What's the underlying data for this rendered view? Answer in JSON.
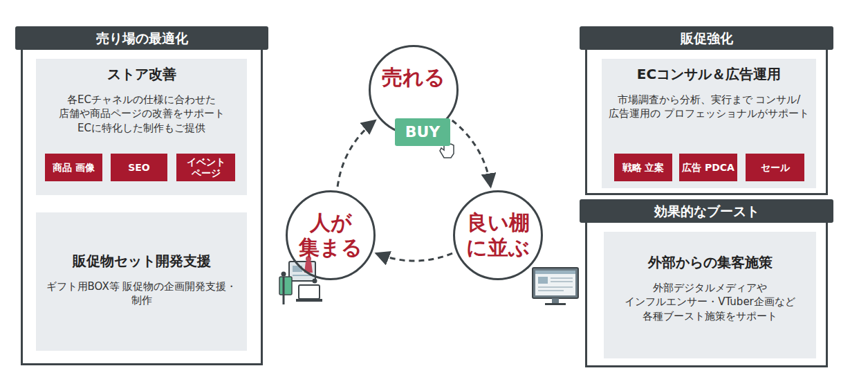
{
  "diagram": {
    "nodes": [
      {
        "text": [
          "売り場の最適化"
        ]
      },
      {
        "text": [
          "ストア改善",
          "各ECチャネルの仕様に合わせた 店舗や商品ページの改善をサポート ECに特化した制作もご提供"
        ],
        "in": 0
      },
      {
        "text": [
          "商品 画像"
        ],
        "in": 1
      },
      {
        "text": [
          "SEO"
        ],
        "in": 1
      },
      {
        "text": [
          "イベント ページ"
        ],
        "in": 1
      },
      {
        "text": [
          "販促物セット開発支援",
          "ギフト用BOX等 販促物の企画開発支援・制作"
        ],
        "in": 0
      },
      {
        "text": [
          "売れる"
        ]
      },
      {
        "text": [
          "BUY"
        ],
        "in": 6
      },
      {
        "text": [
          "人が 集まる"
        ]
      },
      {
        "text": [
          "良い棚 に並ぶ"
        ]
      },
      {
        "text": [
          "販促強化"
        ]
      },
      {
        "text": [
          "ECコンサル＆広告運用",
          "市場調査から分析、実行まで コンサル/広告運用の プロフェッショナルがサポート"
        ],
        "in": 10
      },
      {
        "text": [
          "戦略 立案"
        ],
        "in": 11
      },
      {
        "text": [
          "広告 PDCA"
        ],
        "in": 11
      },
      {
        "text": [
          "セール"
        ],
        "in": 11
      },
      {
        "text": [
          "効果的なブースト"
        ]
      },
      {
        "text": [
          "外部からの集客施策",
          "外部デジタルメディアや インフルエンサー・VTuber企画など 各種ブースト施策をサポート"
        ],
        "in": 15
      }
    ],
    "edges": [
      {
        "from": 8,
        "to": 6,
        "arrow": "to"
      },
      {
        "from": 6,
        "to": 9,
        "arrow": "to"
      },
      {
        "from": 9,
        "to": 8,
        "arrow": "to"
      }
    ]
  }
}
